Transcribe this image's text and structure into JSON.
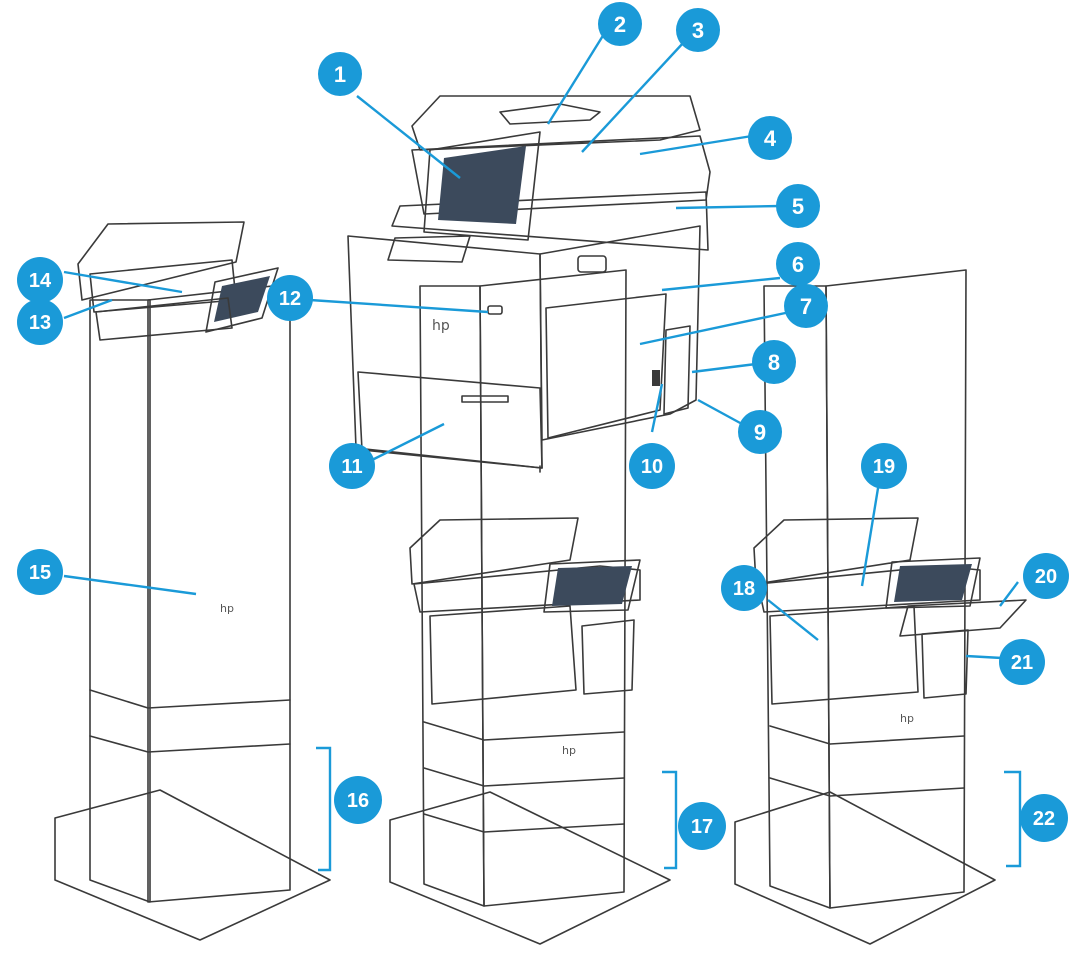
{
  "diagram": {
    "colors": {
      "callout": "#1a9ad8",
      "callout_text": "#ffffff",
      "printer_body": "#f7f7f7",
      "printer_shade": "#e3e3e3",
      "printer_line": "#3a3a3a",
      "screen": "#3c4a5c"
    },
    "logo": "hp",
    "callouts": [
      {
        "n": "1"
      },
      {
        "n": "2"
      },
      {
        "n": "3"
      },
      {
        "n": "4"
      },
      {
        "n": "5"
      },
      {
        "n": "6"
      },
      {
        "n": "7"
      },
      {
        "n": "8"
      },
      {
        "n": "9"
      },
      {
        "n": "10"
      },
      {
        "n": "11"
      },
      {
        "n": "12"
      },
      {
        "n": "13"
      },
      {
        "n": "14"
      },
      {
        "n": "15"
      },
      {
        "n": "16"
      },
      {
        "n": "17"
      },
      {
        "n": "18"
      },
      {
        "n": "19"
      },
      {
        "n": "20"
      },
      {
        "n": "21"
      },
      {
        "n": "22"
      }
    ]
  }
}
